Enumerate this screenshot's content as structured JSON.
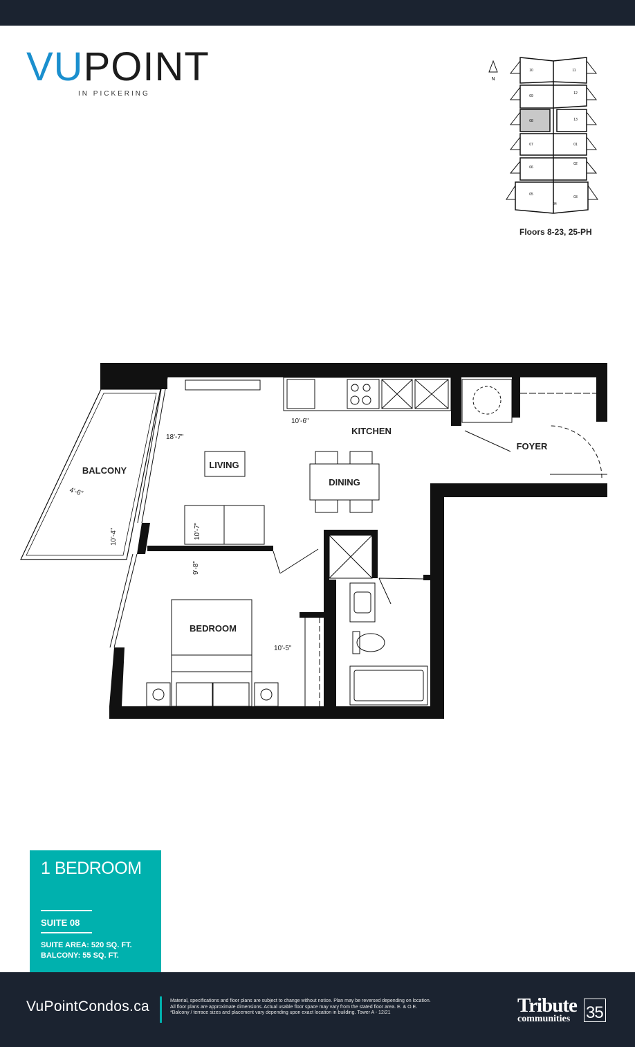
{
  "logo": {
    "brand_vu": "VU",
    "brand_point": "POINT",
    "subtitle": "IN PICKERING"
  },
  "keyplan": {
    "north": "N",
    "caption": "Floors 8-23, 25-PH",
    "units": [
      "10",
      "11",
      "09",
      "12",
      "08",
      "13",
      "07",
      "01",
      "06",
      "02",
      "05",
      "04",
      "03"
    ],
    "highlighted_unit": "08",
    "highlight_color": "#c8c8c8"
  },
  "plan": {
    "rooms": {
      "balcony": "BALCONY",
      "living": "LIVING",
      "kitchen": "KITCHEN",
      "dining": "DINING",
      "foyer": "FOYER",
      "bedroom": "BEDROOM"
    },
    "dimensions": {
      "living_length": "18'-7\"",
      "kitchen_width": "10'-6\"",
      "balcony_width": "4'-6\"",
      "balcony_length": "10'-4\"",
      "living_width": "10'-7\"",
      "bedroom_width": "9'-8\"",
      "bedroom_length": "10'-5\""
    }
  },
  "suite": {
    "type": "1 BEDROOM",
    "name": "SUITE 08",
    "area": "SUITE AREA: 520 SQ. FT.",
    "balcony": "BALCONY: 55 SQ. FT.",
    "color": "#00b1ae"
  },
  "footer": {
    "website": "VuPointCondos.ca",
    "disclaimer": "Material, specifications and floor plans are subject to change without notice. Plan may be reversed depending on location. All floor plans are approximate dimensions. Actual usable floor space may vary from the stated floor area. E. & O.E. *Balcony / terrace sizes and placement vary depending upon exact location in building. Tower A - 12/21",
    "brand_top": "Tribute",
    "brand_bottom": "communities",
    "anniversary": "35"
  }
}
